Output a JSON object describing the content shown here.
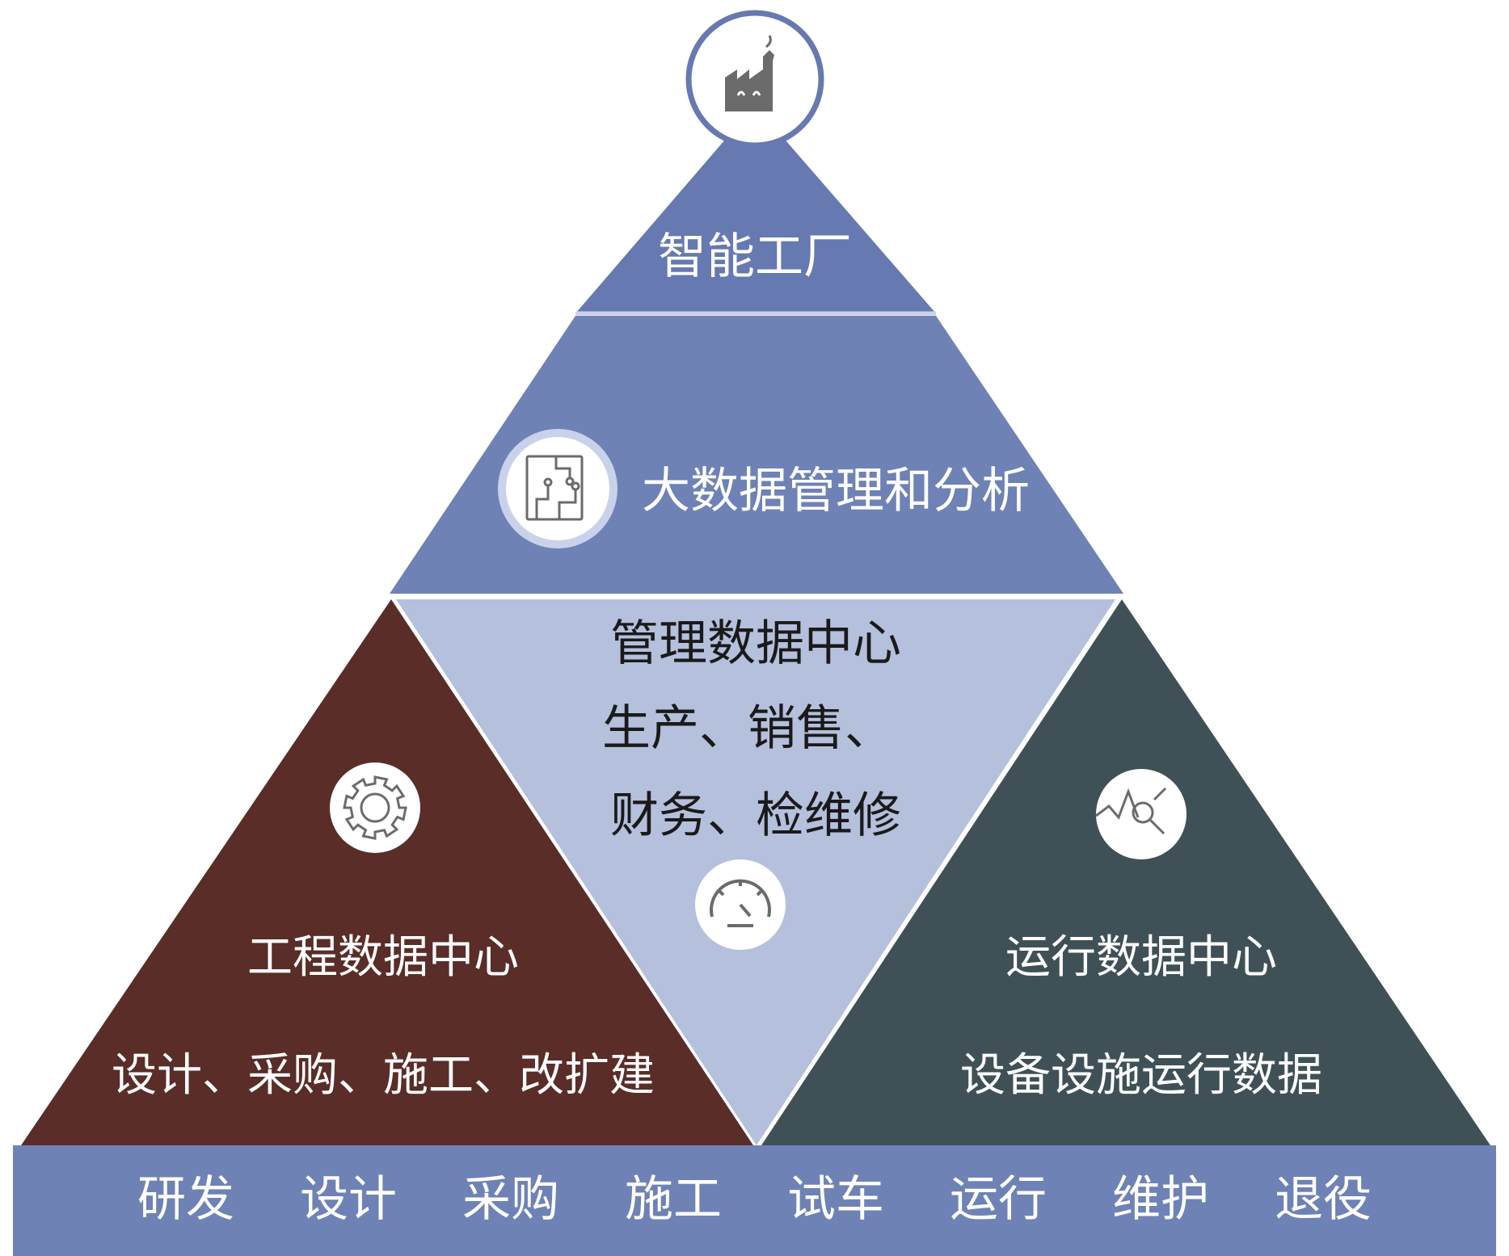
{
  "colors": {
    "top_blue": "#6679b0",
    "middle_blue": "#6f82b6",
    "center_light_blue": "#b4c0dc",
    "left_maroon": "#5a2d28",
    "right_slate": "#3f5157",
    "base_bar": "#6f82b6",
    "divider": "#c9d2ea",
    "white": "#ffffff",
    "center_text": "#1a1a1a",
    "icon_gray": "#6b6b6b"
  },
  "apex": {
    "icon": "factory-icon",
    "title": "智能工厂"
  },
  "middle": {
    "icon": "data-circuit-icon",
    "title": "大数据管理和分析"
  },
  "center": {
    "icon": "speedometer-icon",
    "title": "管理数据中心",
    "line2": "生产、销售、",
    "line3": "财务、检维修"
  },
  "left": {
    "icon": "gear-icon",
    "title": "工程数据中心",
    "subtitle": "设计、采购、施工、改扩建"
  },
  "right": {
    "icon": "analytics-magnifier-icon",
    "title": "运行数据中心",
    "subtitle": "设备设施运行数据"
  },
  "base": {
    "stages": [
      "研发",
      "设计",
      "采购",
      "施工",
      "试车",
      "运行",
      "维护",
      "退役"
    ]
  }
}
